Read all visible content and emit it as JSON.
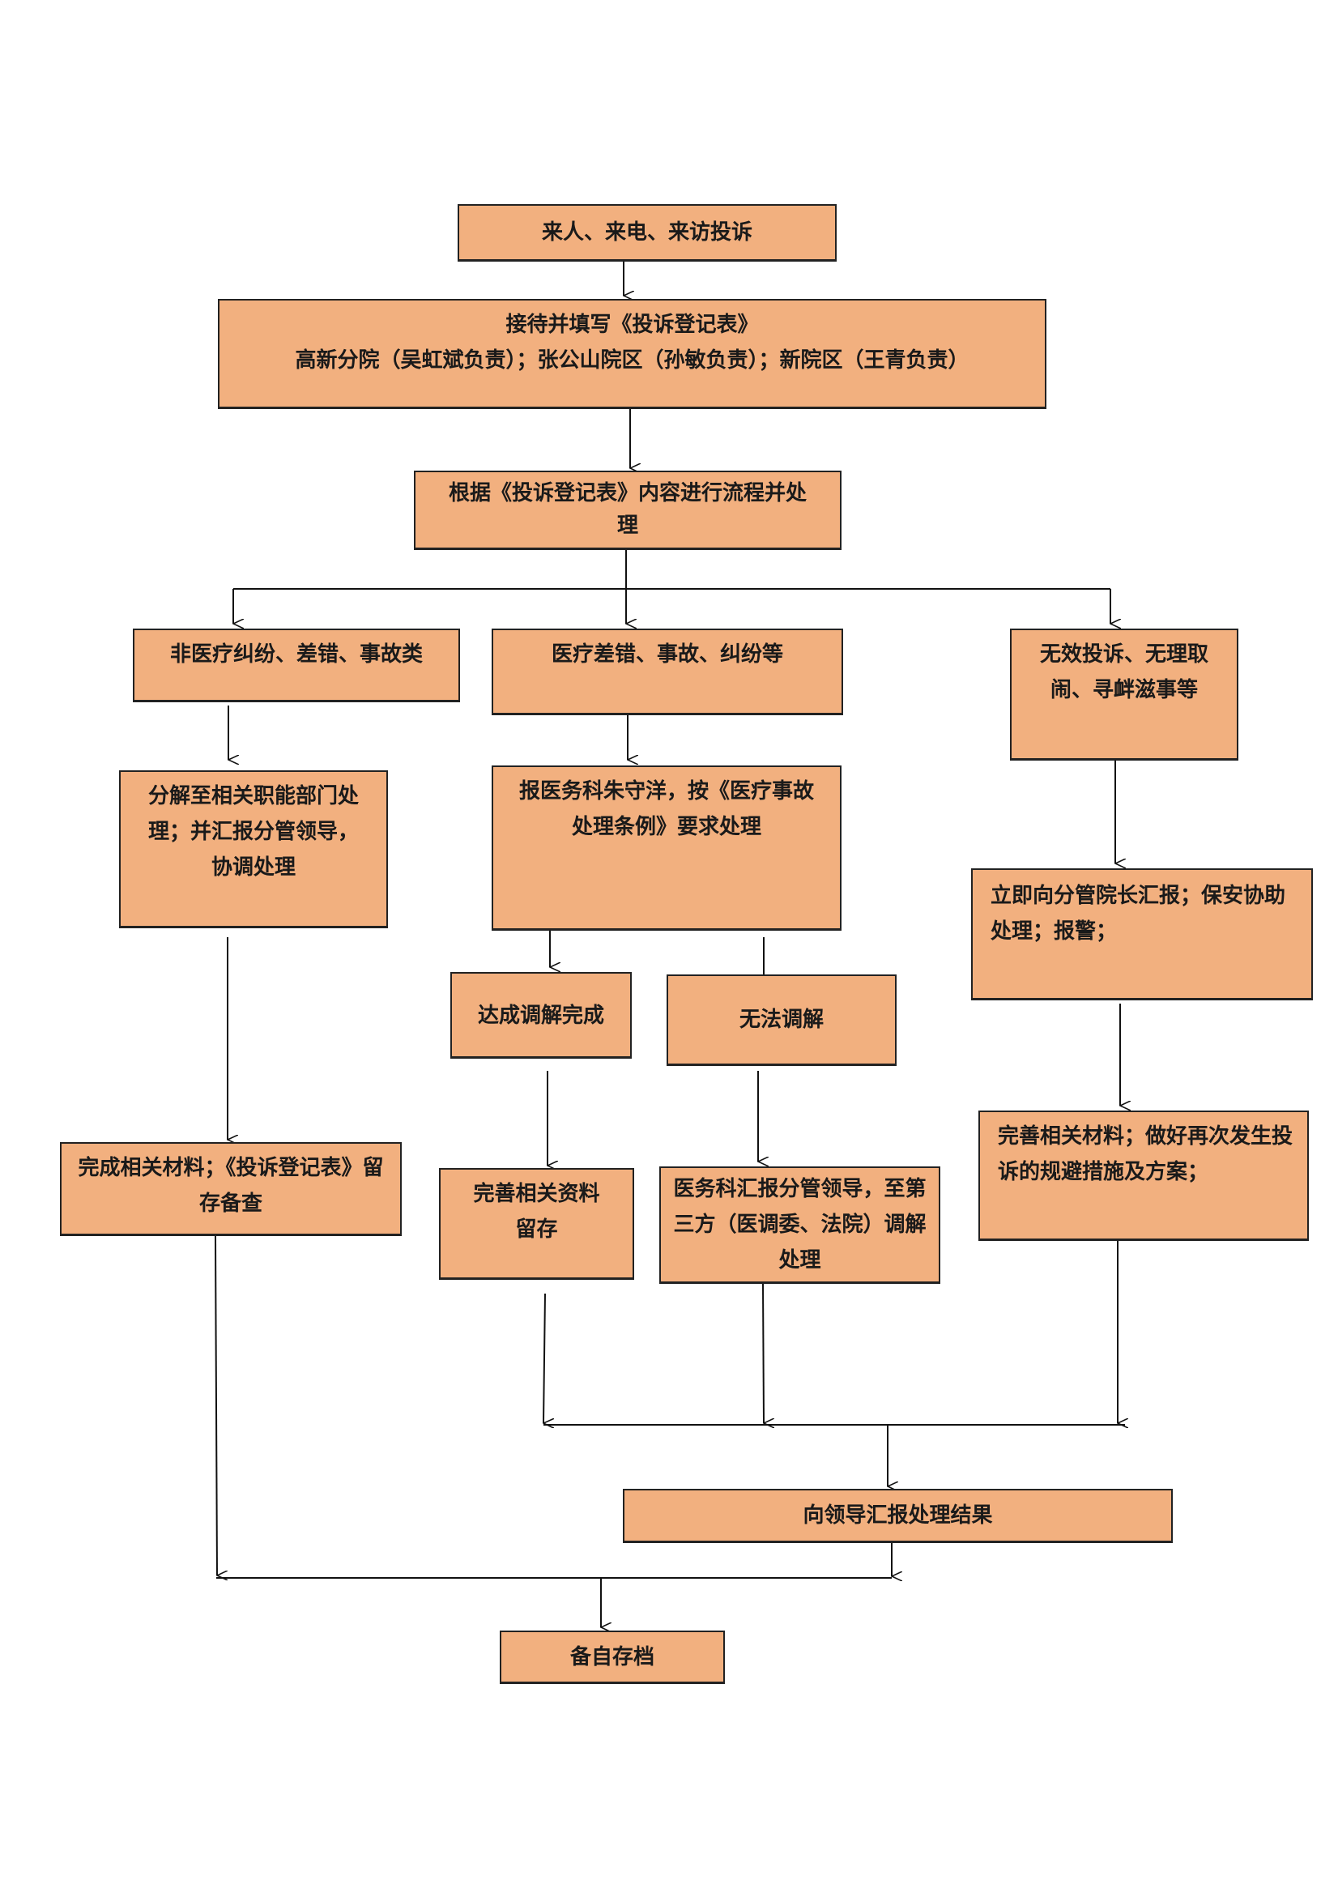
{
  "flowchart": {
    "nodes": {
      "start": "来人、来电、来访投诉",
      "reception": {
        "line1": "接待并填写《投诉登记表》",
        "line2": "高新分院（吴虹斌负责）；张公山院区（孙敏负责）；新院区（王青负责）"
      },
      "process": "根据《投诉登记表》内容进行流程并处理",
      "non_medical": "非医疗纠纷、差错、事故类",
      "medical": "医疗差错、事故、纠纷等",
      "invalid": "无效投诉、无理取闹、寻衅滋事等",
      "decompose": "分解至相关职能部门处理；并汇报分管领导，协调处理",
      "report_medical": "报医务科朱守洋，按《医疗事故处理条例》要求处理",
      "immediate": "立即向分管院长汇报；保安协助处理；报警；",
      "mediated": "达成调解完成",
      "not_mediated": "无法调解",
      "complete_materials": "完成相关材料；《投诉登记表》留存备查",
      "keep_records": "完善相关资料留存",
      "third_party": "医务科汇报分管领导，至第三方（医调委、法院）调解处理",
      "prevention": "完善相关材料；做好再次发生投诉的规避措施及方案；",
      "report_result": "向领导汇报处理结果",
      "archive": "备自存档"
    },
    "colors": {
      "node_fill": "#f2b07f",
      "border": "#222222",
      "line": "#111111"
    }
  }
}
